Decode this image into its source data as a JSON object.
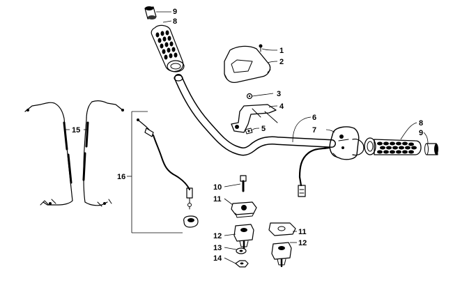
{
  "diagram": {
    "callouts": [
      {
        "id": "c1",
        "label": "1"
      },
      {
        "id": "c2",
        "label": "2"
      },
      {
        "id": "c3",
        "label": "3"
      },
      {
        "id": "c4",
        "label": "4"
      },
      {
        "id": "c5",
        "label": "5"
      },
      {
        "id": "c6",
        "label": "6"
      },
      {
        "id": "c7",
        "label": "7"
      },
      {
        "id": "c8a",
        "label": "8"
      },
      {
        "id": "c8b",
        "label": "8"
      },
      {
        "id": "c9a",
        "label": "9"
      },
      {
        "id": "c9b",
        "label": "9"
      },
      {
        "id": "c10",
        "label": "10"
      },
      {
        "id": "c11a",
        "label": "11"
      },
      {
        "id": "c11b",
        "label": "11"
      },
      {
        "id": "c12a",
        "label": "12"
      },
      {
        "id": "c12b",
        "label": "12"
      },
      {
        "id": "c13",
        "label": "13"
      },
      {
        "id": "c14",
        "label": "14"
      },
      {
        "id": "c15",
        "label": "15"
      },
      {
        "id": "c16",
        "label": "16"
      }
    ],
    "parts": [
      {
        "name": "handlebar"
      },
      {
        "name": "left-grip"
      },
      {
        "name": "right-grip"
      },
      {
        "name": "left-bar-end-plug"
      },
      {
        "name": "right-bar-end-plug"
      },
      {
        "name": "handlebar-cover"
      },
      {
        "name": "cover-screw"
      },
      {
        "name": "mounting-bracket"
      },
      {
        "name": "bracket-screw"
      },
      {
        "name": "bracket-nut"
      },
      {
        "name": "control-switch-housing"
      },
      {
        "name": "throttle-cable"
      },
      {
        "name": "brake-cable-left"
      },
      {
        "name": "brake-cable-right"
      },
      {
        "name": "riser-bolt"
      },
      {
        "name": "upper-riser-clamp"
      },
      {
        "name": "lower-riser-block"
      },
      {
        "name": "washer"
      },
      {
        "name": "nut"
      }
    ]
  }
}
